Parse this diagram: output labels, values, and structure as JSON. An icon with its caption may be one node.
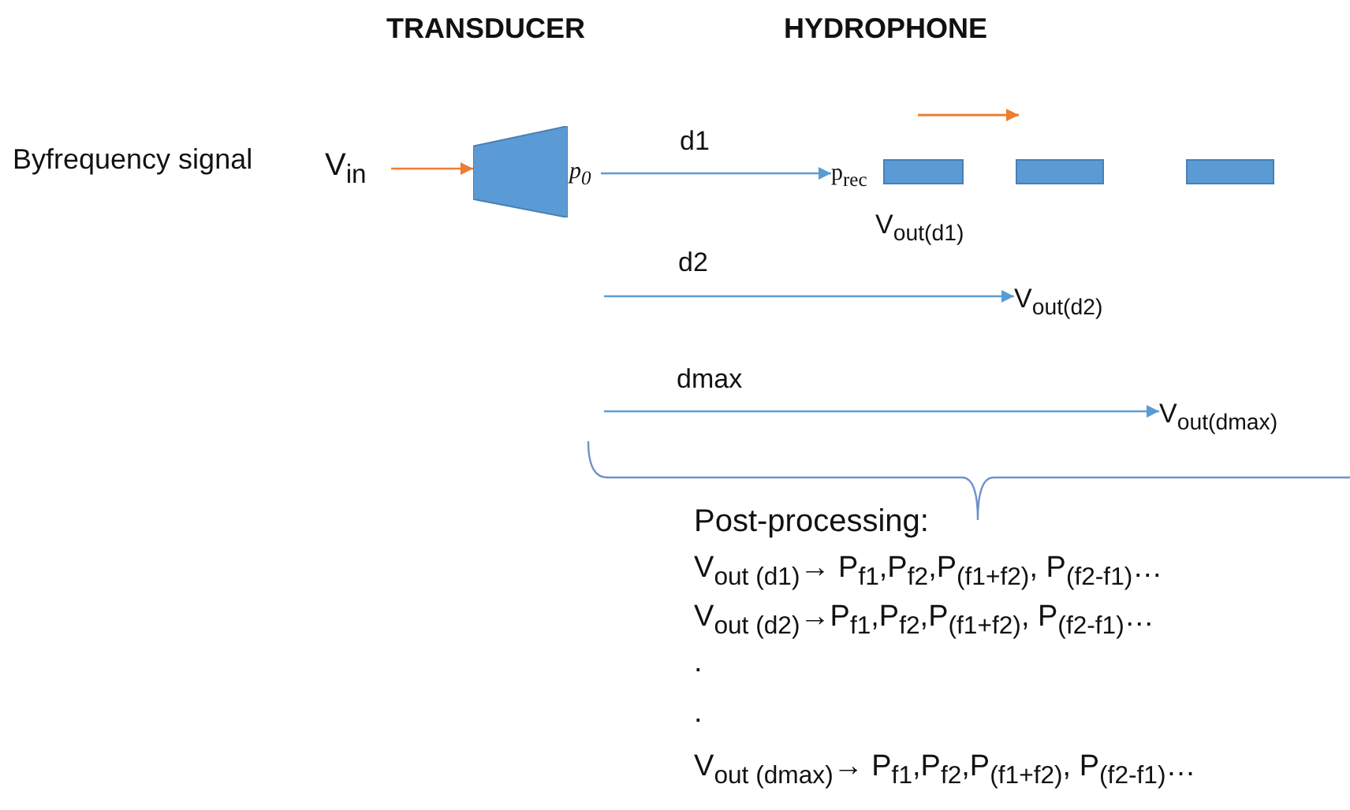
{
  "diagram": {
    "nodes": [
      {
        "text": [
          "V$_{in}$"
        ],
        "beside": [
          "Byfrequency signal"
        ]
      },
      {
        "text": [],
        "shape": "trapezoid"
      },
      {
        "text": [
          "p$_{0}$"
        ]
      },
      {
        "text": [
          "p$_{rec}$"
        ]
      },
      {
        "text": [],
        "shape": "bar",
        "beside": [
          "V$_{out(d1)}$"
        ]
      },
      {
        "text": [],
        "shape": "bar"
      },
      {
        "text": [],
        "shape": "bar"
      },
      {
        "text": [
          "V$_{out(d2)}$"
        ]
      },
      {
        "text": [
          "V$_{out(dmax)}$"
        ]
      }
    ],
    "edges": [
      {
        "from": 0,
        "to": 1,
        "arrow": "to",
        "color": "#ed7d31"
      },
      {
        "from": 2,
        "to": 3,
        "arrow": "to",
        "label": "d1"
      },
      {
        "from": null,
        "to": 7,
        "arrow": "to",
        "label": "d2"
      },
      {
        "from": null,
        "to": 8,
        "arrow": "to",
        "label": "dmax"
      }
    ],
    "labels": [
      "TRANSDUCER",
      "HYDROPHONE",
      "Post-processing:",
      "V$_{out (d1)}$→ P$_{f1}$,P$_{f2}$,P$_{(f1+f2)}$, P$_{(f2-f1)}$…",
      "V$_{out (d2)}$→P$_{f1}$,P$_{f2}$,P$_{(f1+f2)}$, P$_{(f2-f1)}$…",
      ".",
      ".",
      "V$_{out (dmax)}$→ P$_{f1}$,P$_{f2}$,P$_{(f1+f2)}$, P$_{(f2-f1)}$…"
    ]
  }
}
